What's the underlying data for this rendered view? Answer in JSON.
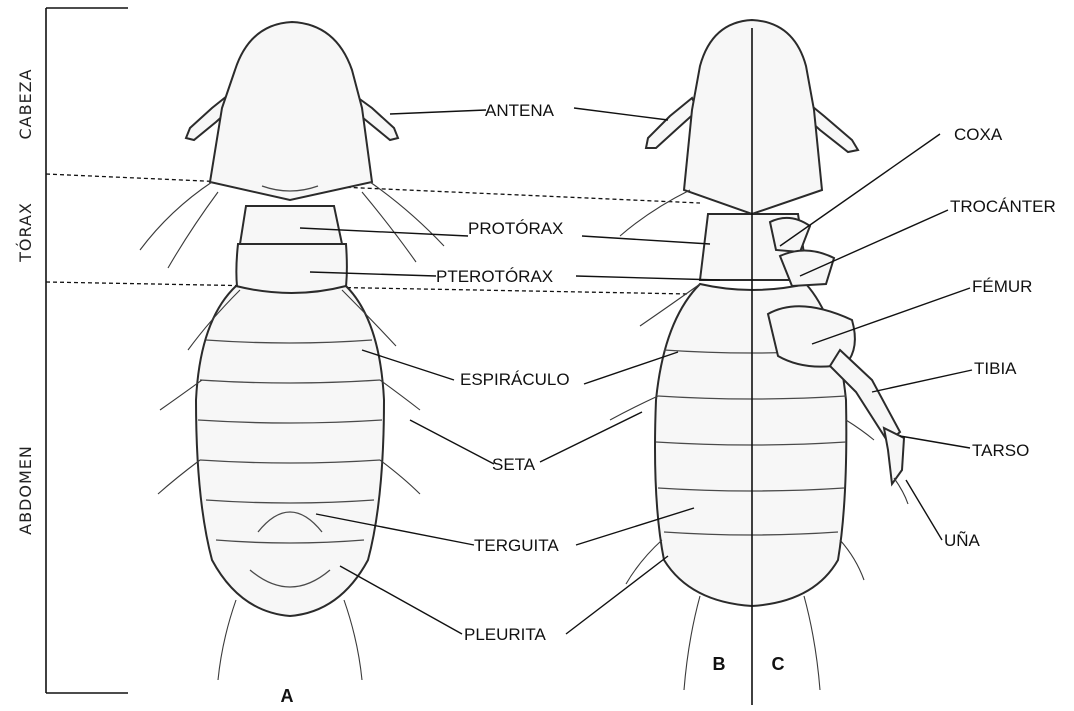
{
  "regions": {
    "cabeza": "CABEZA",
    "torax": "TÓRAX",
    "abdomen": "ABDOMEN"
  },
  "labels": {
    "antena": "ANTENA",
    "protorax": "PROTÓRAX",
    "pterotorax": "PTEROTÓRAX",
    "espiraculo": "ESPIRÁCULO",
    "seta": "SETA",
    "terguita": "TERGUITA",
    "pleurita": "PLEURITA",
    "coxa": "COXA",
    "trocanter": "TROCÁNTER",
    "femur": "FÉMUR",
    "tibia": "TIBIA",
    "tarso": "TARSO",
    "una": "UÑA"
  },
  "panels": {
    "a": "A",
    "b": "B",
    "c": "C"
  }
}
